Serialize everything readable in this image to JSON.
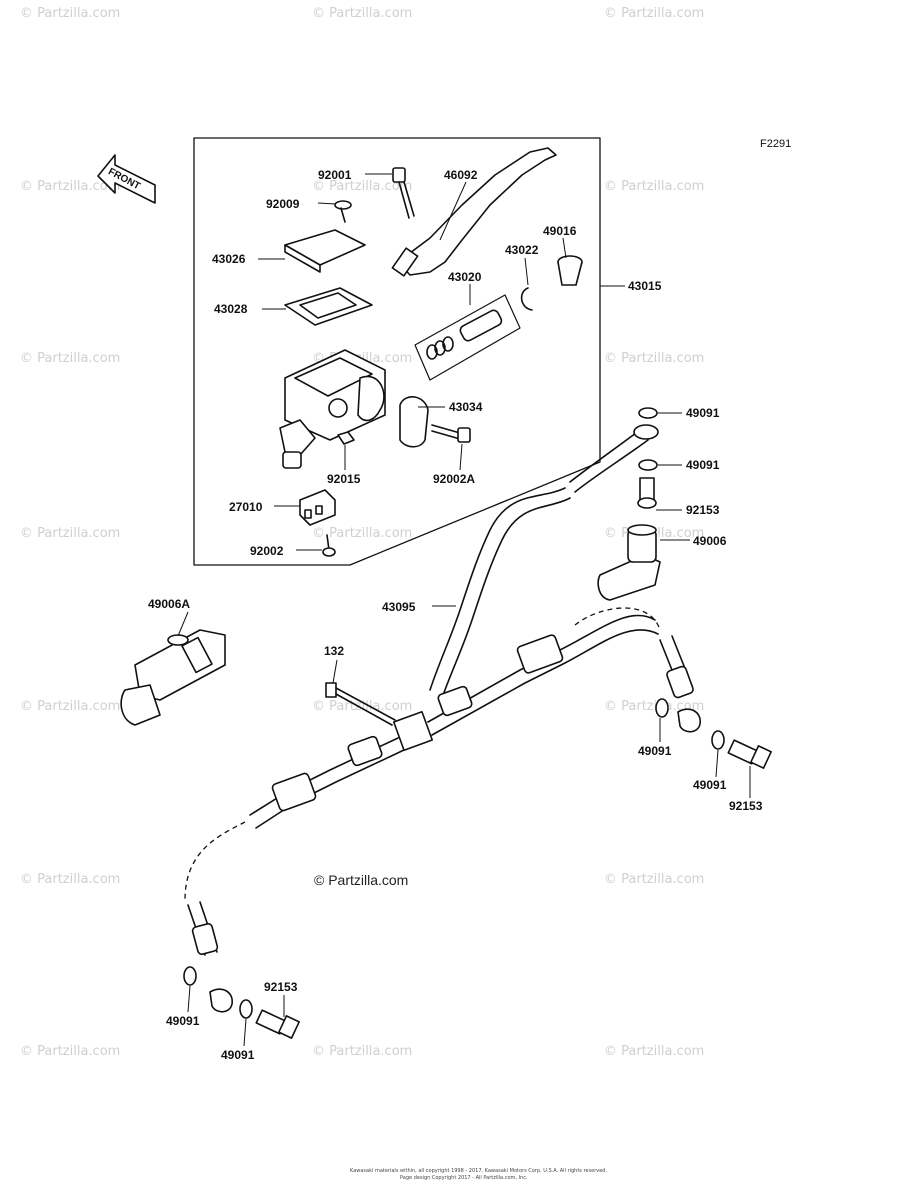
{
  "figure_code": "F2291",
  "direction_label": "FRONT",
  "center_watermark": "© Partzilla.com",
  "watermark_text": "© Partzilla.com",
  "footer_line1": "Kawasaki materials within, all copyright 1998 - 2017, Kawasaki Motors Corp. U.S.A. All rights reserved.",
  "footer_line2": "Page design Copyright 2017 - All Partzilla.com, Inc.",
  "parts": [
    {
      "id": "p-92001",
      "label": "92001"
    },
    {
      "id": "p-46092",
      "label": "46092"
    },
    {
      "id": "p-92009",
      "label": "92009"
    },
    {
      "id": "p-43026",
      "label": "43026"
    },
    {
      "id": "p-43022",
      "label": "43022"
    },
    {
      "id": "p-49016",
      "label": "49016"
    },
    {
      "id": "p-43020",
      "label": "43020"
    },
    {
      "id": "p-43015",
      "label": "43015"
    },
    {
      "id": "p-43028",
      "label": "43028"
    },
    {
      "id": "p-43034",
      "label": "43034"
    },
    {
      "id": "p-92015",
      "label": "92015"
    },
    {
      "id": "p-92002A",
      "label": "92002A"
    },
    {
      "id": "p-27010",
      "label": "27010"
    },
    {
      "id": "p-92002",
      "label": "92002"
    },
    {
      "id": "p-49091a",
      "label": "49091"
    },
    {
      "id": "p-49091b",
      "label": "49091"
    },
    {
      "id": "p-92153a",
      "label": "92153"
    },
    {
      "id": "p-49006",
      "label": "49006"
    },
    {
      "id": "p-49006A",
      "label": "49006A"
    },
    {
      "id": "p-43095",
      "label": "43095"
    },
    {
      "id": "p-132",
      "label": "132"
    },
    {
      "id": "p-49091c",
      "label": "49091"
    },
    {
      "id": "p-49091d",
      "label": "49091"
    },
    {
      "id": "p-92153b",
      "label": "92153"
    },
    {
      "id": "p-92153c",
      "label": "92153"
    },
    {
      "id": "p-49091e",
      "label": "49091"
    },
    {
      "id": "p-49091f",
      "label": "49091"
    }
  ]
}
